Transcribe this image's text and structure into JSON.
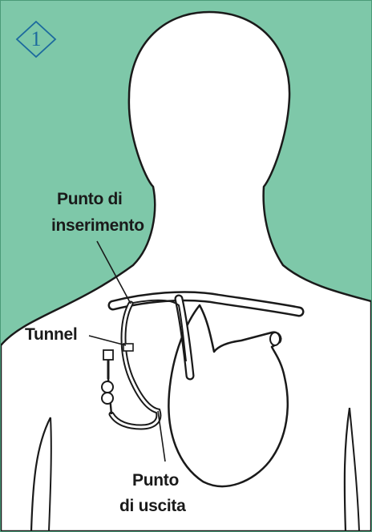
{
  "figure": {
    "step_number": "1",
    "background_color": "#7ec8a9",
    "accent_color": "#1c6a9e"
  },
  "labels": {
    "insertion_point_line1": "Punto di",
    "insertion_point_line2": "inserimento",
    "tunnel": "Tunnel",
    "exit_point_line1": "Punto",
    "exit_point_line2": "di uscita"
  }
}
